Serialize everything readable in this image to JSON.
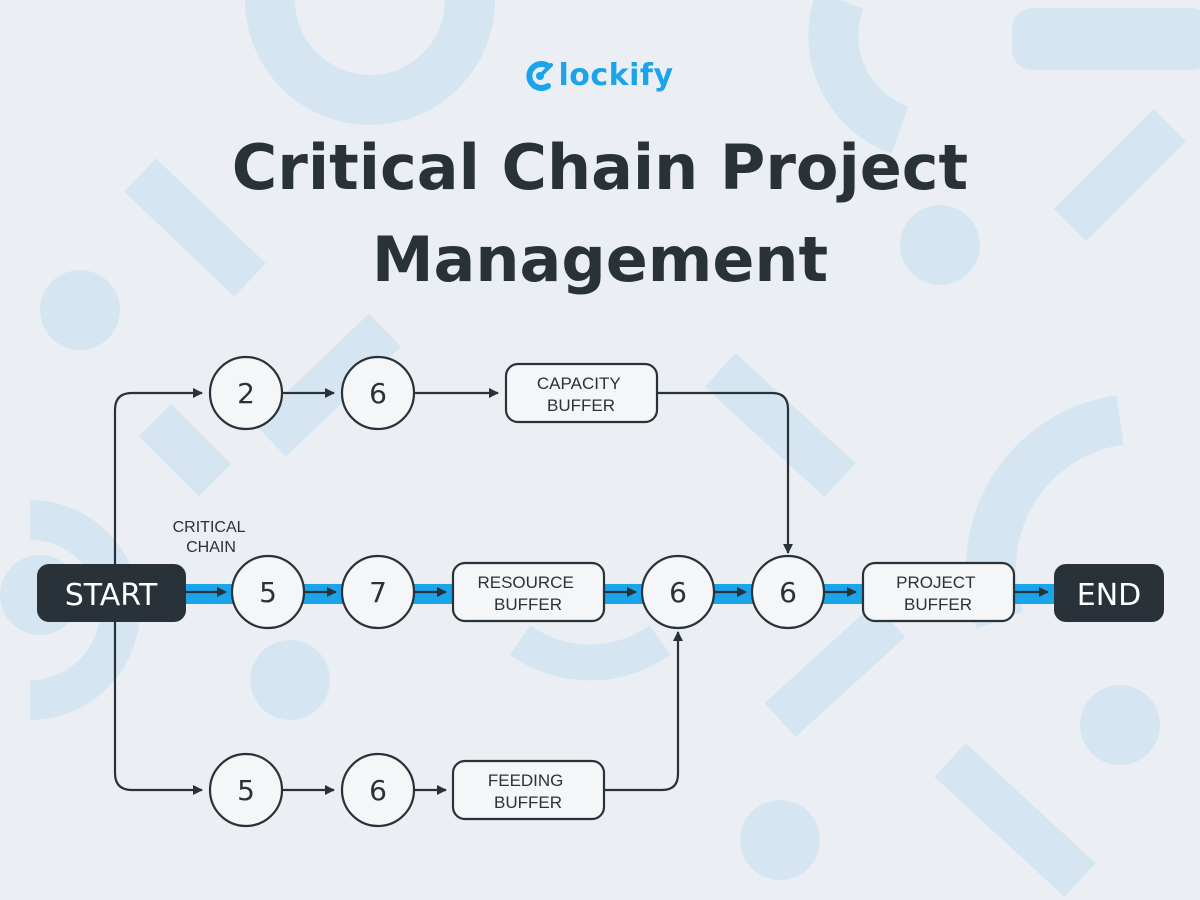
{
  "brand": {
    "name": "lockify",
    "color": "#1ba4ea"
  },
  "title": {
    "line1": "Critical Chain Project",
    "line2": "Management"
  },
  "diagram": {
    "critical_chain_label": {
      "line1": "CRITICAL",
      "line2": "CHAIN"
    },
    "start_label": "START",
    "end_label": "END",
    "top_path": {
      "task_a": "2",
      "task_b": "6",
      "buffer": {
        "line1": "CAPACITY",
        "line2": "BUFFER"
      }
    },
    "main_path": {
      "task_a": "5",
      "task_b": "7",
      "resource_buffer": {
        "line1": "RESOURCE",
        "line2": "BUFFER"
      },
      "task_c": "6",
      "task_d": "6",
      "project_buffer": {
        "line1": "PROJECT",
        "line2": "BUFFER"
      }
    },
    "bottom_path": {
      "task_a": "5",
      "task_b": "6",
      "buffer": {
        "line1": "FEEDING",
        "line2": "BUFFER"
      }
    }
  },
  "colors": {
    "background": "#ebeff3",
    "decor": "#d5e6f2",
    "ink": "#283238",
    "critical_chain": "#1ba4ea",
    "node_fill": "#f4f6f8"
  }
}
